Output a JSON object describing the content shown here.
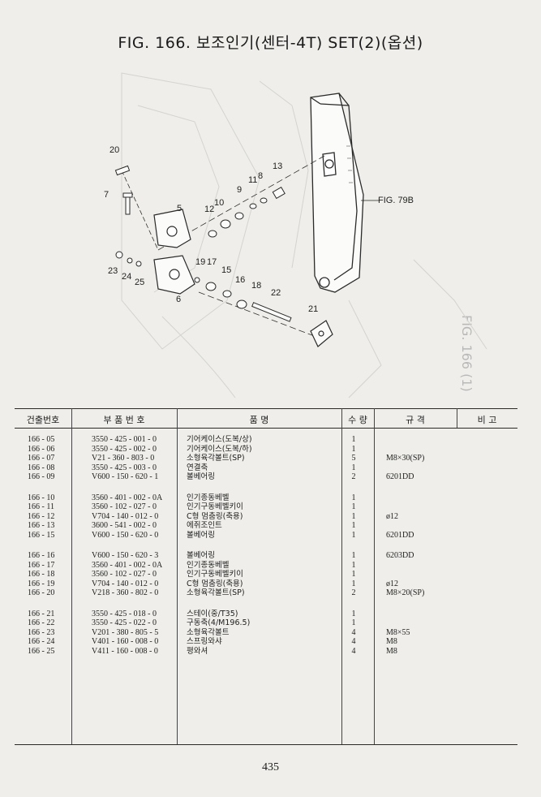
{
  "title": "FIG. 166.  보조인기(센터-4T) SET(2)(옵션)",
  "side_text": "FIG. 166 (1)",
  "diagram": {
    "ref_label": "FIG. 79B",
    "callouts": [
      "20",
      "7",
      "5",
      "12",
      "10",
      "9",
      "11",
      "8",
      "13",
      "23",
      "24",
      "25",
      "6",
      "19",
      "17",
      "15",
      "16",
      "18",
      "22",
      "21"
    ]
  },
  "table": {
    "headers": {
      "no": "건출번호",
      "part": "부 품 번 호",
      "name": "품          명",
      "qty": "수 량",
      "spec": "규       격",
      "note": "비    고"
    },
    "rows": [
      {
        "no": "166 - 05",
        "part": "3550 - 425 - 001 - 0",
        "name": "기어케이스(도복/상)",
        "qty": "1",
        "spec": ""
      },
      {
        "no": "166 - 06",
        "part": "3550 - 425 - 002 - 0",
        "name": "기어케이스(도복/하)",
        "qty": "1",
        "spec": ""
      },
      {
        "no": "166 - 07",
        "part": "V21 - 360 - 803 - 0",
        "name": "소형육각볼트(SP)",
        "qty": "5",
        "spec": "M8×30(SP)"
      },
      {
        "no": "166 - 08",
        "part": "3550 - 425 - 003 - 0",
        "name": "연결축",
        "qty": "1",
        "spec": ""
      },
      {
        "no": "166 - 09",
        "part": "V600 - 150 - 620 - 1",
        "name": "볼베어링",
        "qty": "2",
        "spec": "6201DD"
      },
      {
        "no": "166 - 10",
        "part": "3560 - 401 - 002 - 0A",
        "name": "인기종동베벨",
        "qty": "1",
        "spec": ""
      },
      {
        "no": "166 - 11",
        "part": "3560 - 102 - 027 - 0",
        "name": "인기구동베벨키이",
        "qty": "1",
        "spec": ""
      },
      {
        "no": "166 - 12",
        "part": "V704 - 140 - 012 - 0",
        "name": "C형 멈춤링(축용)",
        "qty": "1",
        "spec": "ø12"
      },
      {
        "no": "166 - 13",
        "part": "3600 - 541 - 002 - 0",
        "name": "에쥐조인트",
        "qty": "1",
        "spec": ""
      },
      {
        "no": "166 - 15",
        "part": "V600 - 150 - 620 - 0",
        "name": "볼베어링",
        "qty": "1",
        "spec": "6201DD"
      },
      {
        "no": "166 - 16",
        "part": "V600 - 150 - 620 - 3",
        "name": "볼베어링",
        "qty": "1",
        "spec": "6203DD"
      },
      {
        "no": "166 - 17",
        "part": "3560 - 401 - 002 - 0A",
        "name": "인기종동베벨",
        "qty": "1",
        "spec": ""
      },
      {
        "no": "166 - 18",
        "part": "3560 - 102 - 027 - 0",
        "name": "인기구동베벨키이",
        "qty": "1",
        "spec": ""
      },
      {
        "no": "166 - 19",
        "part": "V704 - 140 - 012 - 0",
        "name": "C형 멈춤링(축용)",
        "qty": "1",
        "spec": "ø12"
      },
      {
        "no": "166 - 20",
        "part": "V218 - 360 - 802 - 0",
        "name": "소형육각볼트(SP)",
        "qty": "2",
        "spec": "M8×20(SP)"
      },
      {
        "no": "166 - 21",
        "part": "3550 - 425 - 018 - 0",
        "name": "스테이(중/T35)",
        "qty": "1",
        "spec": ""
      },
      {
        "no": "166 - 22",
        "part": "3550 - 425 - 022 - 0",
        "name": "구동축(4/M196.5)",
        "qty": "1",
        "spec": ""
      },
      {
        "no": "166 - 23",
        "part": "V201 - 380 - 805 - 5",
        "name": "소형육각볼트",
        "qty": "4",
        "spec": "M8×55"
      },
      {
        "no": "166 - 24",
        "part": "V401 - 160 - 008 - 0",
        "name": "스프링와샤",
        "qty": "4",
        "spec": "M8"
      },
      {
        "no": "166 - 25",
        "part": "V411 - 160 - 008 - 0",
        "name": "평와셔",
        "qty": "4",
        "spec": "M8"
      }
    ]
  },
  "page_number": "435"
}
